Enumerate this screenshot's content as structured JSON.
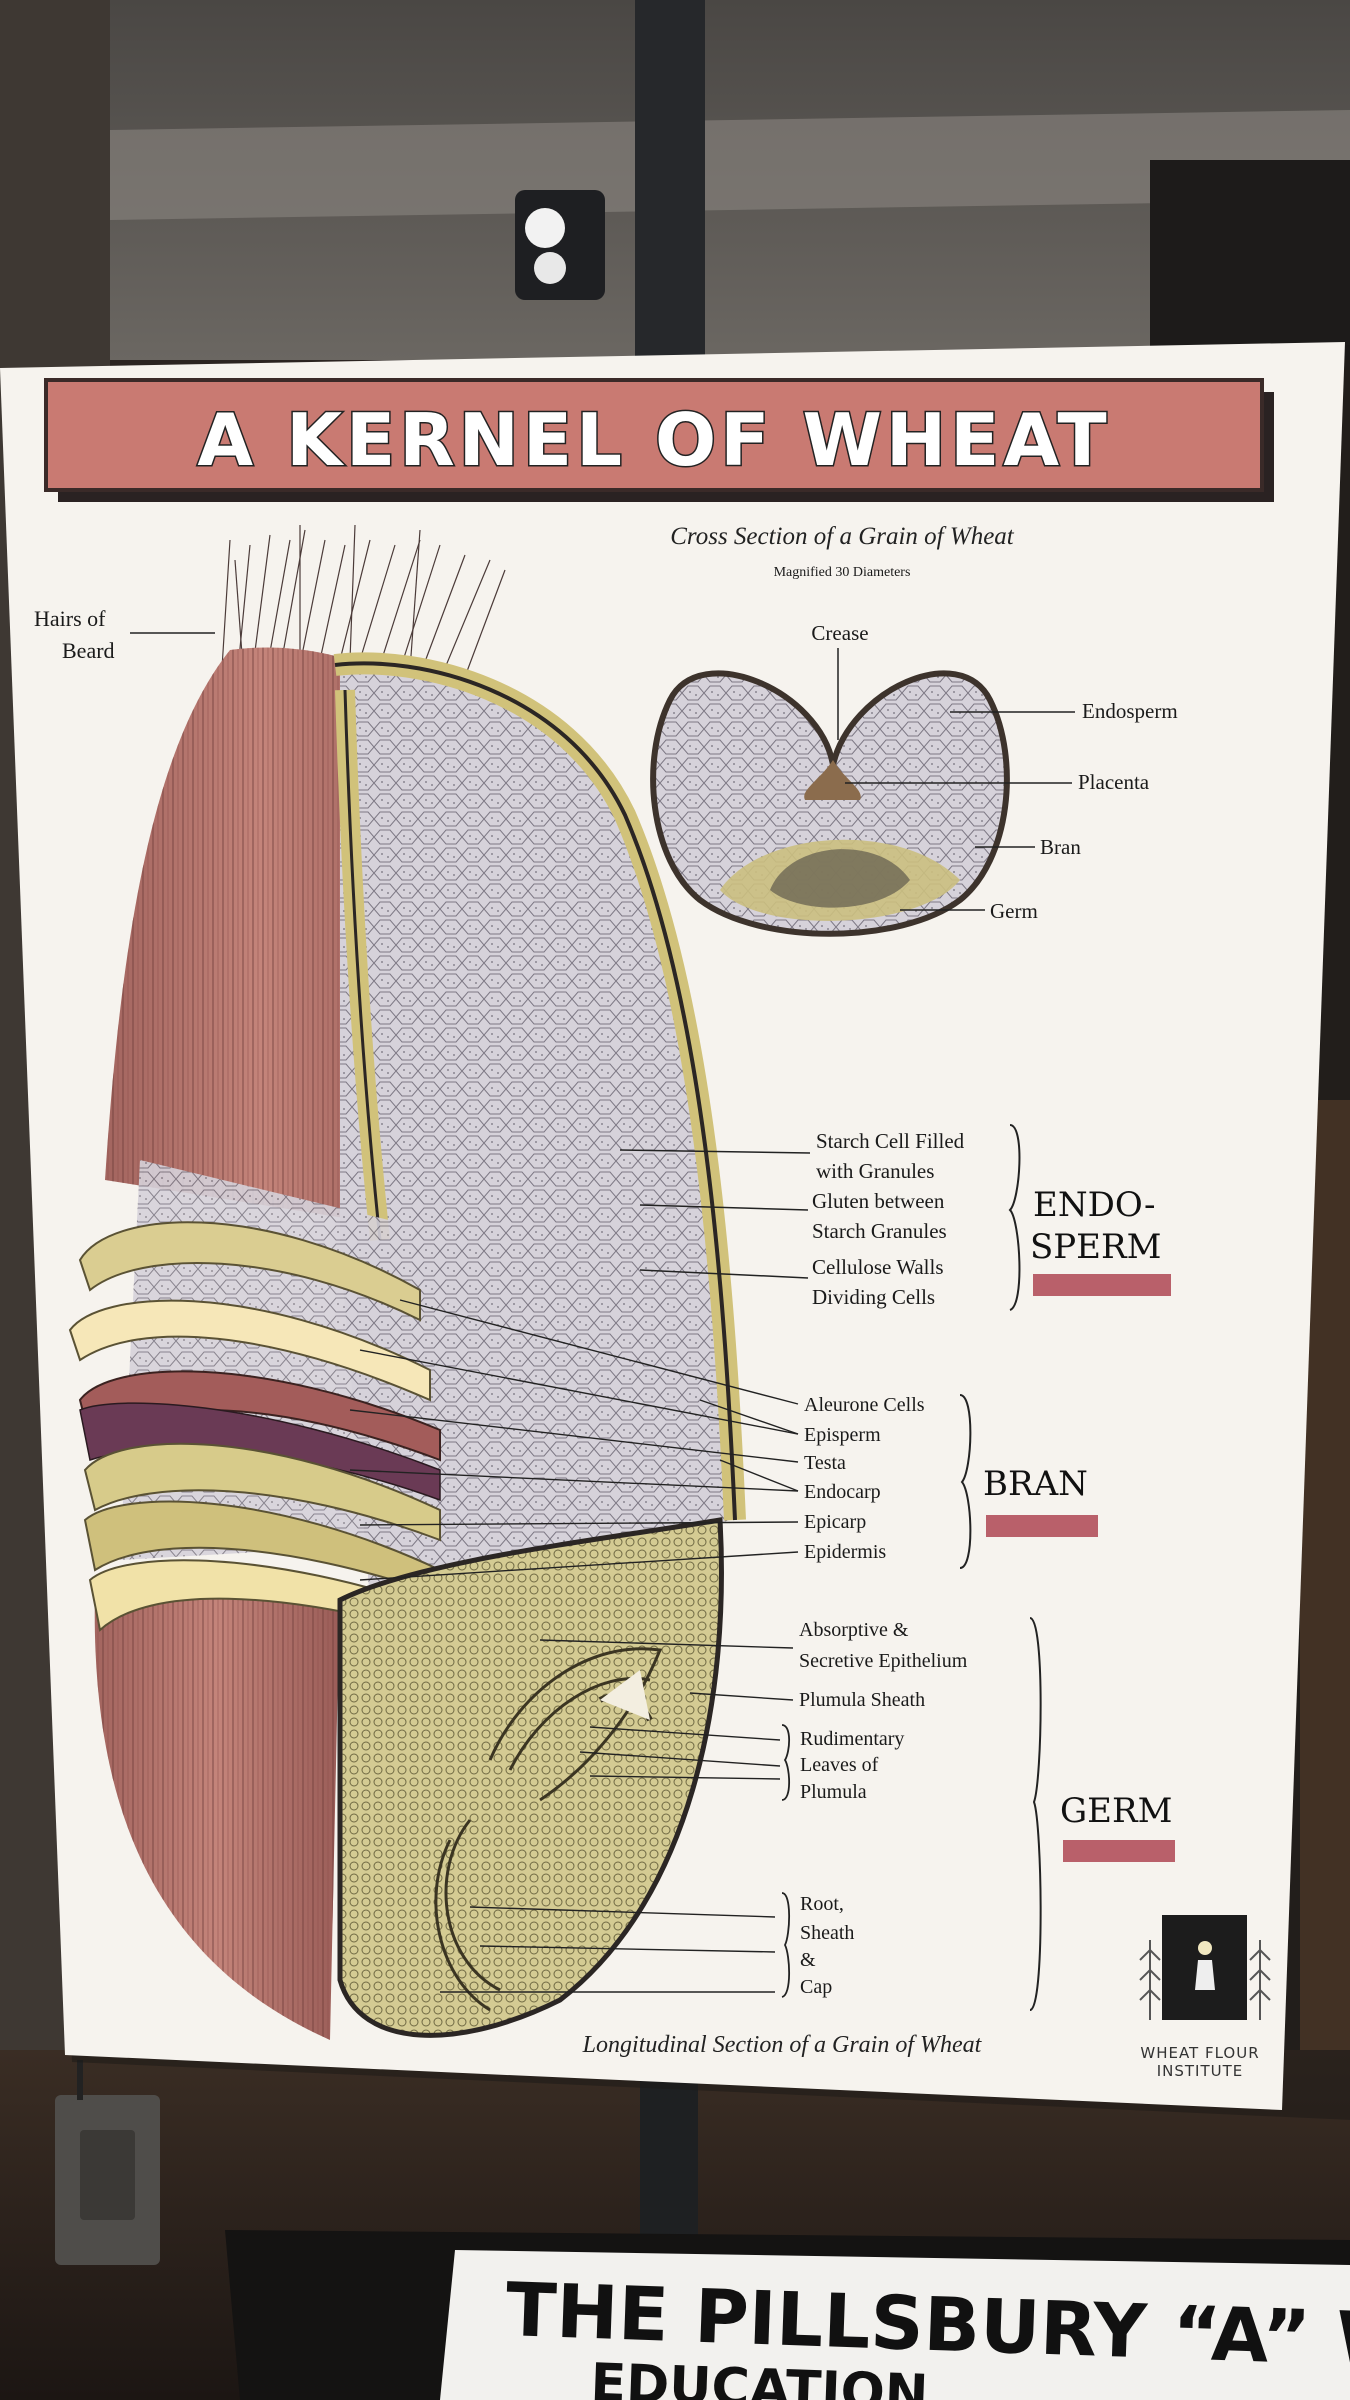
{
  "poster": {
    "title": "A KERNEL OF WHEAT",
    "cross_section_caption": "Cross Section of a Grain of Wheat",
    "magnification": "Magnified 30 Diameters",
    "longitudinal_caption": "Longitudinal Section of a Grain of Wheat",
    "beard_label_line1": "Hairs of",
    "beard_label_line2": "Beard",
    "cross_labels": [
      "Crease",
      "Endosperm",
      "Placenta",
      "Bran",
      "Germ"
    ],
    "endosperm_labels": [
      "Starch Cell Filled",
      "with Granules",
      "Gluten between",
      "Starch Granules",
      "Cellulose Walls",
      "Dividing Cells"
    ],
    "endosperm_heading_line1": "ENDO-",
    "endosperm_heading_line2": "SPERM",
    "bran_labels": [
      "Aleurone Cells",
      "Episperm",
      "Testa",
      "Endocarp",
      "Epicarp",
      "Epidermis"
    ],
    "bran_heading": "BRAN",
    "germ_labels": [
      "Absorptive &",
      "Secretive Epithelium",
      "Plumula Sheath",
      "Rudimentary",
      "Leaves of",
      "Plumula",
      "Root,",
      "Sheath",
      "&",
      "Cap"
    ],
    "germ_heading": "GERM",
    "logo_line1": "WHEAT FLOUR",
    "logo_line2": "INSTITUTE"
  },
  "bottom_sign": {
    "line1": "THE PILLSBURY “A” WO",
    "line2": "EDUCATION"
  },
  "colors": {
    "title_band": "#c97a72",
    "heading_bar": "#b9606a",
    "bran_red": "#b86e6b",
    "endosperm_gray": "#d2cdd6",
    "germ_yellow": "#cfc58a"
  }
}
